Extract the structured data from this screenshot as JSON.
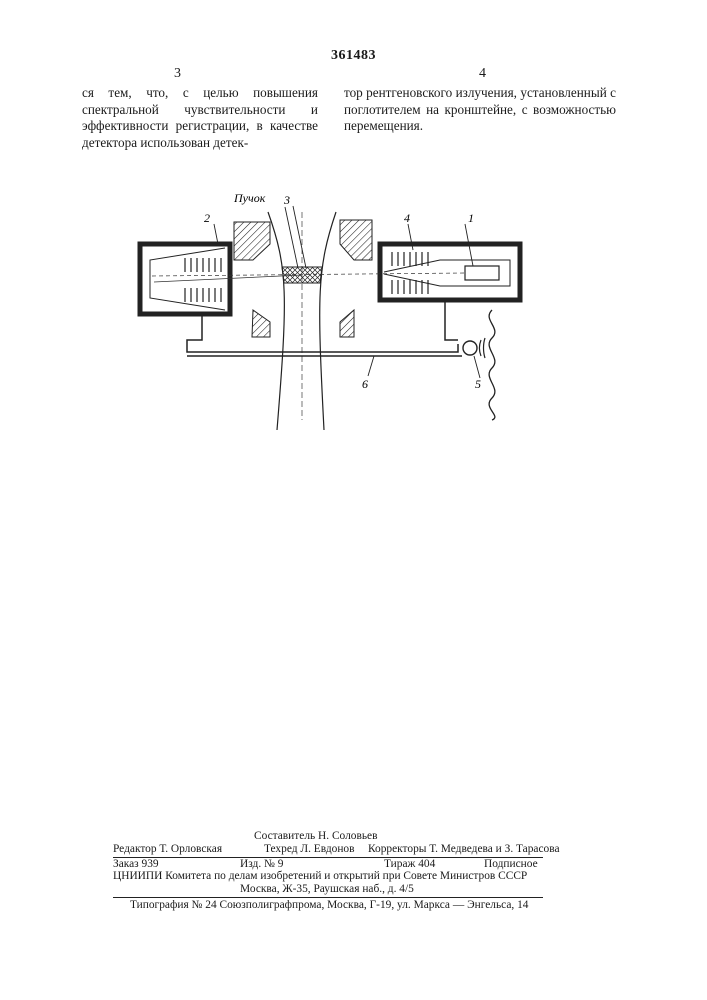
{
  "header": {
    "patent_number": "361483",
    "left_column_number": "3",
    "right_column_number": "4"
  },
  "body": {
    "left_column": "ся тем, что, с целью повышения спектральной чувствительности и эффективности регистрации, в качестве детектора использован детек-",
    "right_column": "тор рентгеновского излучения, установленный с поглотителем на кронштейне, с возможностью перемещения."
  },
  "figure": {
    "beam_label": "Пучок",
    "labels": [
      "1",
      "2",
      "3",
      "4",
      "5",
      "6"
    ]
  },
  "imprint": {
    "compiler": "Составитель Н. Соловьев",
    "editor": "Редактор Т. Орловская",
    "techred": "Техред Л. Евдонов",
    "correctors": "Корректоры Т. Медведева и З. Тарасова",
    "order": "Заказ 939",
    "edition": "Изд. № 9",
    "circulation": "Тираж 404",
    "subscription": "Подписное",
    "institute_line1": "ЦНИИПИ Комитета по делам изобретений и открытий при Совете Министров СССР",
    "institute_line2": "Москва, Ж-35, Раушская наб., д. 4/5",
    "typography": "Типография № 24 Союзполиграфпрома, Москва, Г-19, ул. Маркса — Энгельса, 14"
  }
}
